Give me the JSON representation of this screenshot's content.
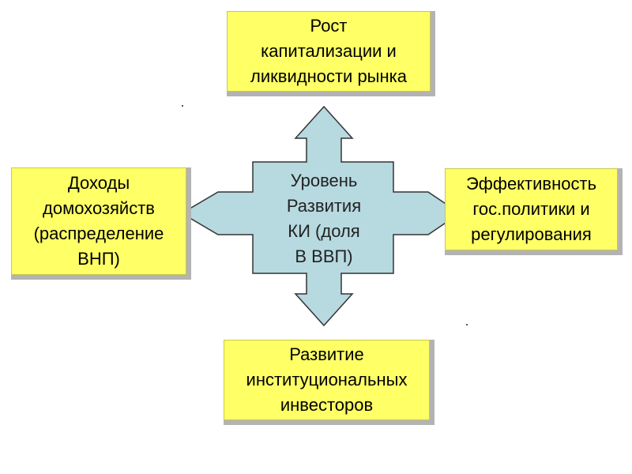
{
  "diagram": {
    "center": {
      "lines": [
        "Уровень",
        "Развития",
        "КИ (доля",
        "В ВВП)"
      ]
    },
    "top": {
      "lines": [
        "Рост",
        "капитализации и",
        "ликвидности рынка"
      ]
    },
    "left": {
      "lines": [
        "Доходы",
        "домохозяйств",
        "(распределение",
        "ВНП)"
      ]
    },
    "right": {
      "lines": [
        "Эффективность",
        "гос.политики и",
        "регулирования"
      ]
    },
    "bottom": {
      "lines": [
        "Развитие",
        "институциональных",
        "инвесторов"
      ]
    },
    "colors": {
      "box_fill": "#ffff66",
      "box_shadow": "#b3b3b3",
      "arrow_fill": "#b7d9e0",
      "arrow_stroke": "#333333"
    }
  }
}
